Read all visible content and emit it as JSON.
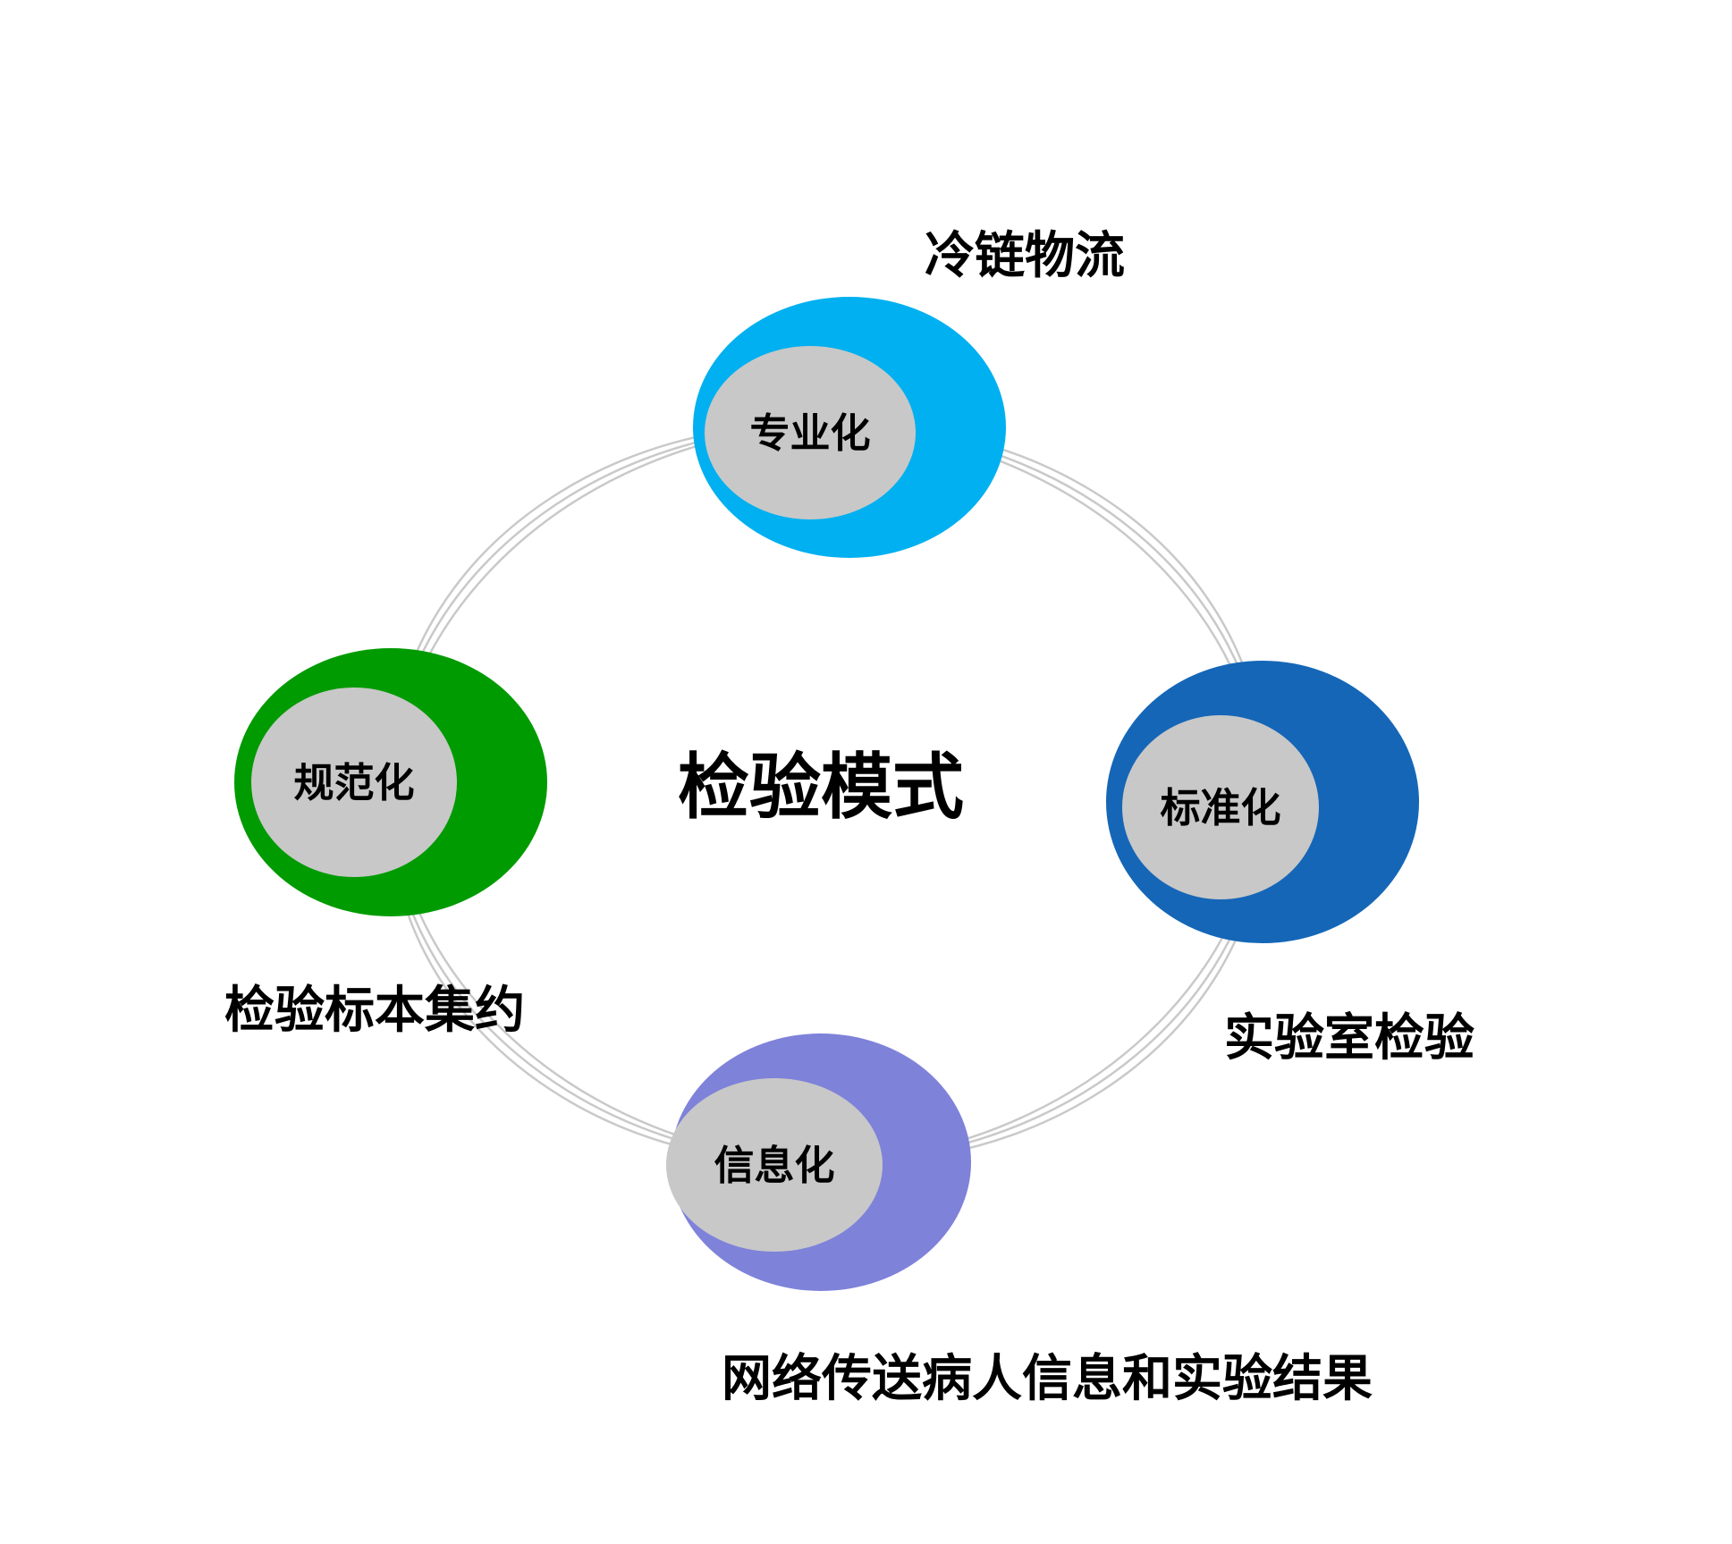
{
  "diagram": {
    "title": "检验模式",
    "nodes": [
      {
        "id": "professionalization",
        "position": "top",
        "inner_label": "专业化",
        "outer_label": "冷链物流",
        "color": "#00b0f0"
      },
      {
        "id": "standardization",
        "position": "right",
        "inner_label": "标准化",
        "outer_label": "实验室检验",
        "color": "#1566b7"
      },
      {
        "id": "informatization",
        "position": "bottom",
        "inner_label": "信息化",
        "outer_label": "网络传送病人信息和实验结果",
        "color": "#7e82d9"
      },
      {
        "id": "normalization",
        "position": "left",
        "inner_label": "规范化",
        "outer_label": "检验标本集约",
        "color": "#009b00"
      }
    ],
    "colors": {
      "inner_circle": "#c8c8c8",
      "orbit_ring": "#c9c9c9",
      "text": "#000000",
      "background": "#ffffff"
    }
  }
}
